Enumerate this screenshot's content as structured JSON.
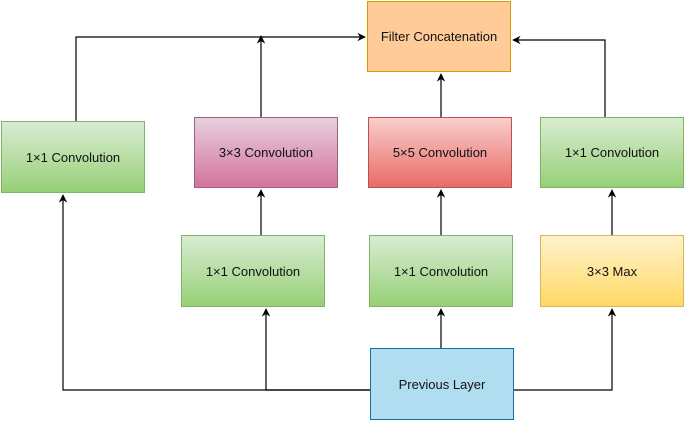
{
  "nodes": {
    "previous_layer": "Previous Layer",
    "filter_concatenation": "Filter Concatenation",
    "branch1_conv": "1×1 Convolution",
    "branch2_reduce": "1×1 Convolution",
    "branch2_conv": "3×3 Convolution",
    "branch3_reduce": "1×1 Convolution",
    "branch3_conv": "5×5 Convolution",
    "branch4_pool": "3×3 Max",
    "branch4_conv": "1×1 Convolution"
  },
  "colors": {
    "edge": "#000000",
    "green_fill_top": "#d9ecd2",
    "green_fill_bottom": "#97d077",
    "pink_fill_top": "#e6d0de",
    "pink_fill_bottom": "#d5739d",
    "red_fill_top": "#f8cecc",
    "red_fill_bottom": "#ea6b66",
    "yellow_fill_top": "#fff2cc",
    "yellow_fill_bottom": "#ffd966",
    "orange_fill": "#ffcc99",
    "blue_fill": "#b1ddf0"
  }
}
